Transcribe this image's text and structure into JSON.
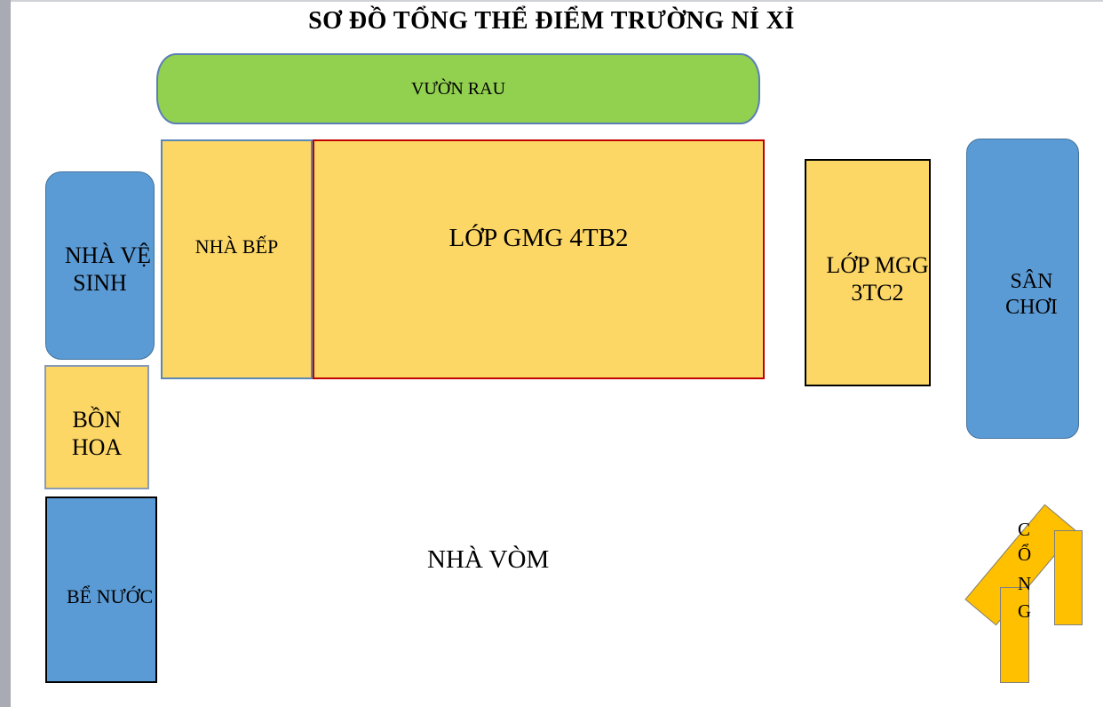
{
  "title": "SƠ ĐỒ TỔNG THỂ ĐIỂM TRƯỜNG NỈ XỈ",
  "areas": {
    "vegetable_garden": "VƯỜN RAU",
    "kitchen": "NHÀ BẾP",
    "classroom_gmg": "LỚP GMG 4TB2",
    "classroom_mgg_line1": "LỚP MGG",
    "classroom_mgg_line2": "3TC2",
    "toilet_line1": "NHÀ VỆ",
    "toilet_line2": "SINH",
    "playground_line1": "SÂN",
    "playground_line2": "CHƠI",
    "flower_bed_line1": "BỒN",
    "flower_bed_line2": "HOA",
    "water_tank": "BỂ NƯỚC",
    "dome_house": "NHÀ VÒM",
    "gate_letters": [
      "C",
      "Ổ",
      "N",
      "G"
    ]
  },
  "colors": {
    "yellow": "#fdd766",
    "blue": "#5b9bd5",
    "green": "#92d050",
    "gate_orange": "#ffc000",
    "red_border": "#c00000"
  }
}
